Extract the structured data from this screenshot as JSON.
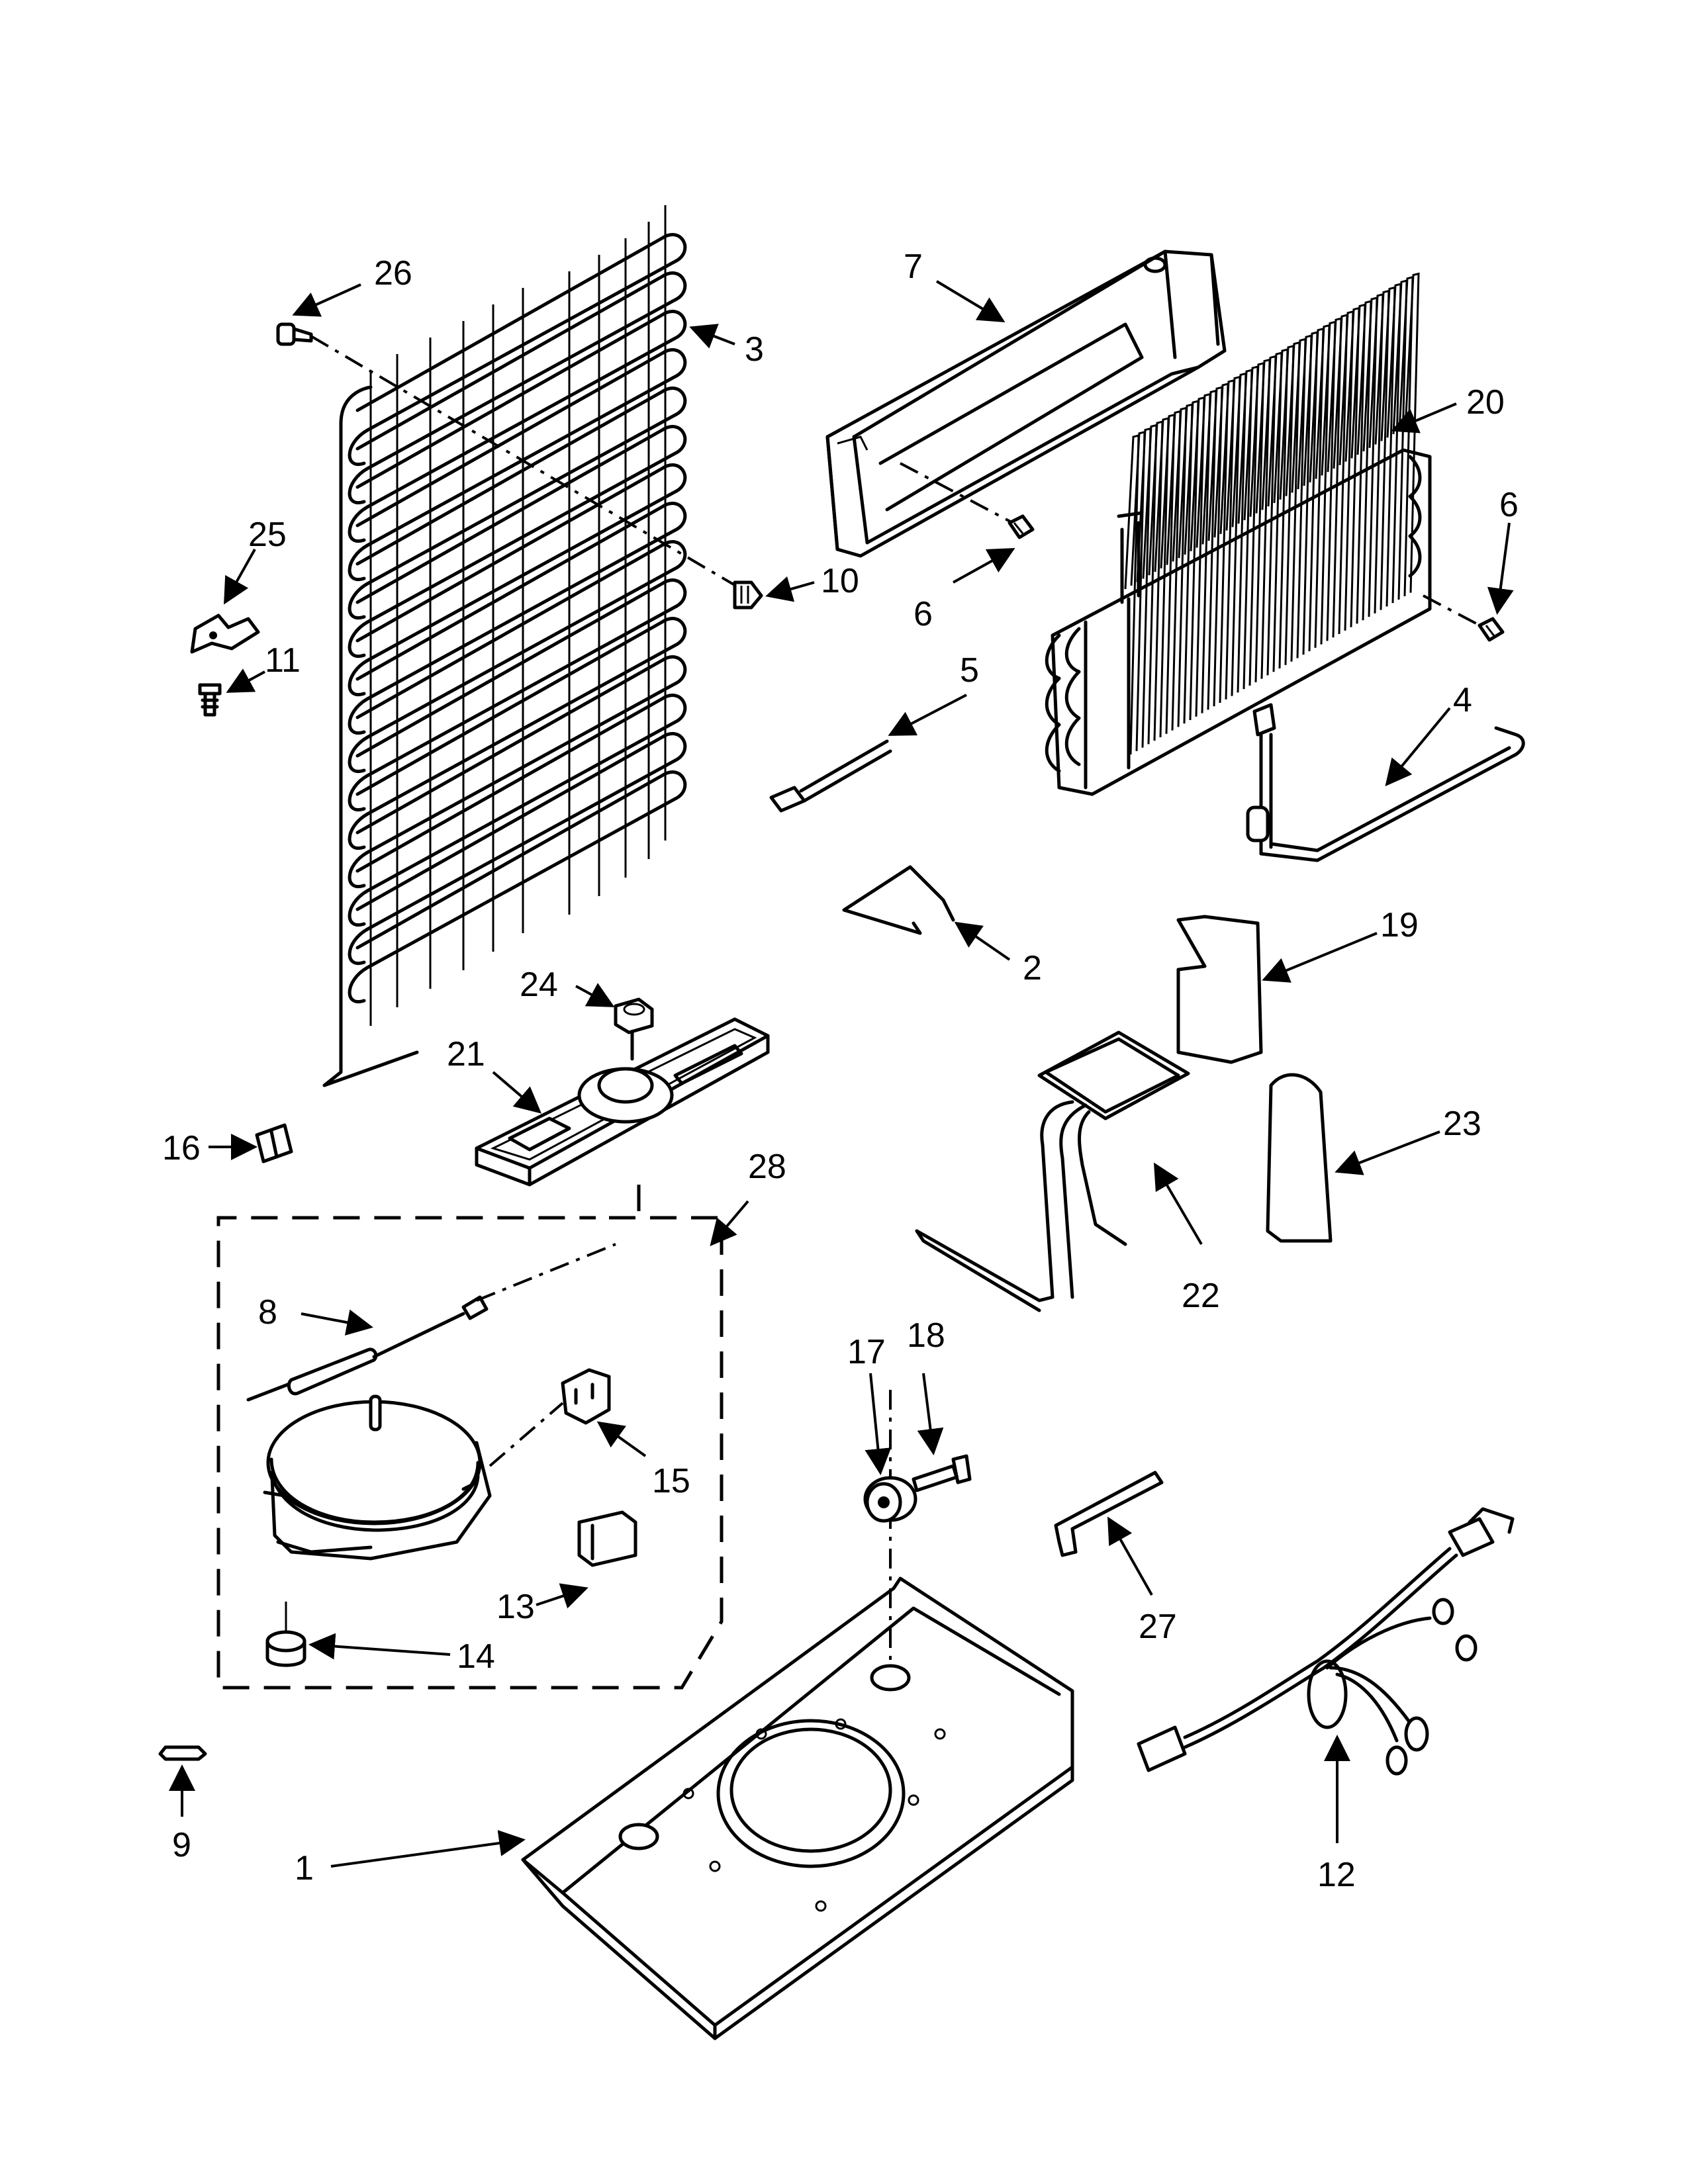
{
  "callouts": {
    "c1": "1",
    "c2": "2",
    "c3": "3",
    "c4": "4",
    "c5": "5",
    "c6a": "6",
    "c6b": "6",
    "c7": "7",
    "c8": "8",
    "c9": "9",
    "c10": "10",
    "c11": "11",
    "c12": "12",
    "c13": "13",
    "c14": "14",
    "c15": "15",
    "c16": "16",
    "c17": "17",
    "c18": "18",
    "c19": "19",
    "c20": "20",
    "c21": "21",
    "c22": "22",
    "c23": "23",
    "c24": "24",
    "c25": "25",
    "c26": "26",
    "c27": "27",
    "c28": "28"
  }
}
